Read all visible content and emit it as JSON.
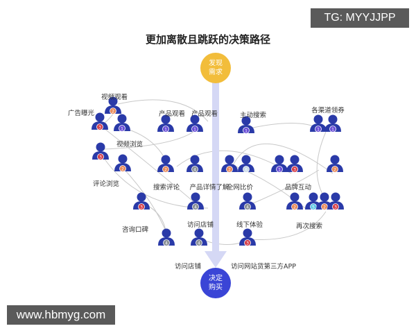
{
  "title": "更加离散且跳跃的决策路径",
  "watermark_top": "TG: MYYJJPP",
  "watermark_bottom": "www.hbmyg.com",
  "start": {
    "label": "发现需求",
    "color": "#f2bd3b"
  },
  "end": {
    "label": "决定购买",
    "color": "#3a45d6"
  },
  "arrow_color": "#d5d8f5",
  "person_color": "#2a3aa8",
  "badge_colors": {
    "1": "#6a4fd6",
    "2": "#e88a5a",
    "3": "#d6404a",
    "4": "#8a9096",
    "5": "#5fc9e6",
    "6": "#c9d9e6"
  },
  "labels": [
    "视频观看",
    "广告曝光",
    "视频浏览",
    "产品观看",
    "产品观看",
    "主动搜索",
    "各渠道领券",
    "评论浏览",
    "搜索评论",
    "产品详情了解",
    "全网比价",
    "品牌互动",
    "咨询口碑",
    "访问店铺",
    "线下体验",
    "再次搜索",
    "访问店铺",
    "访问网站货第三方APP"
  ],
  "people": [
    {
      "badge": "2"
    },
    {
      "badge": "3"
    },
    {
      "badge": "1"
    },
    {
      "badge": "1"
    },
    {
      "badge": "1"
    },
    {
      "badge": "1"
    },
    {
      "badge": "1"
    },
    {
      "badge": "1"
    },
    {
      "badge": "3"
    },
    {
      "badge": "2"
    },
    {
      "badge": "2"
    },
    {
      "badge": "4"
    },
    {
      "badge": "2"
    },
    {
      "badge": "6"
    },
    {
      "badge": "1"
    },
    {
      "badge": "3"
    },
    {
      "badge": "2"
    },
    {
      "badge": "3"
    },
    {
      "badge": "4"
    },
    {
      "badge": "4"
    },
    {
      "badge": "2"
    },
    {
      "badge": "5"
    },
    {
      "badge": "2"
    },
    {
      "badge": "3"
    },
    {
      "badge": "4"
    },
    {
      "badge": "4"
    },
    {
      "badge": "3"
    }
  ]
}
